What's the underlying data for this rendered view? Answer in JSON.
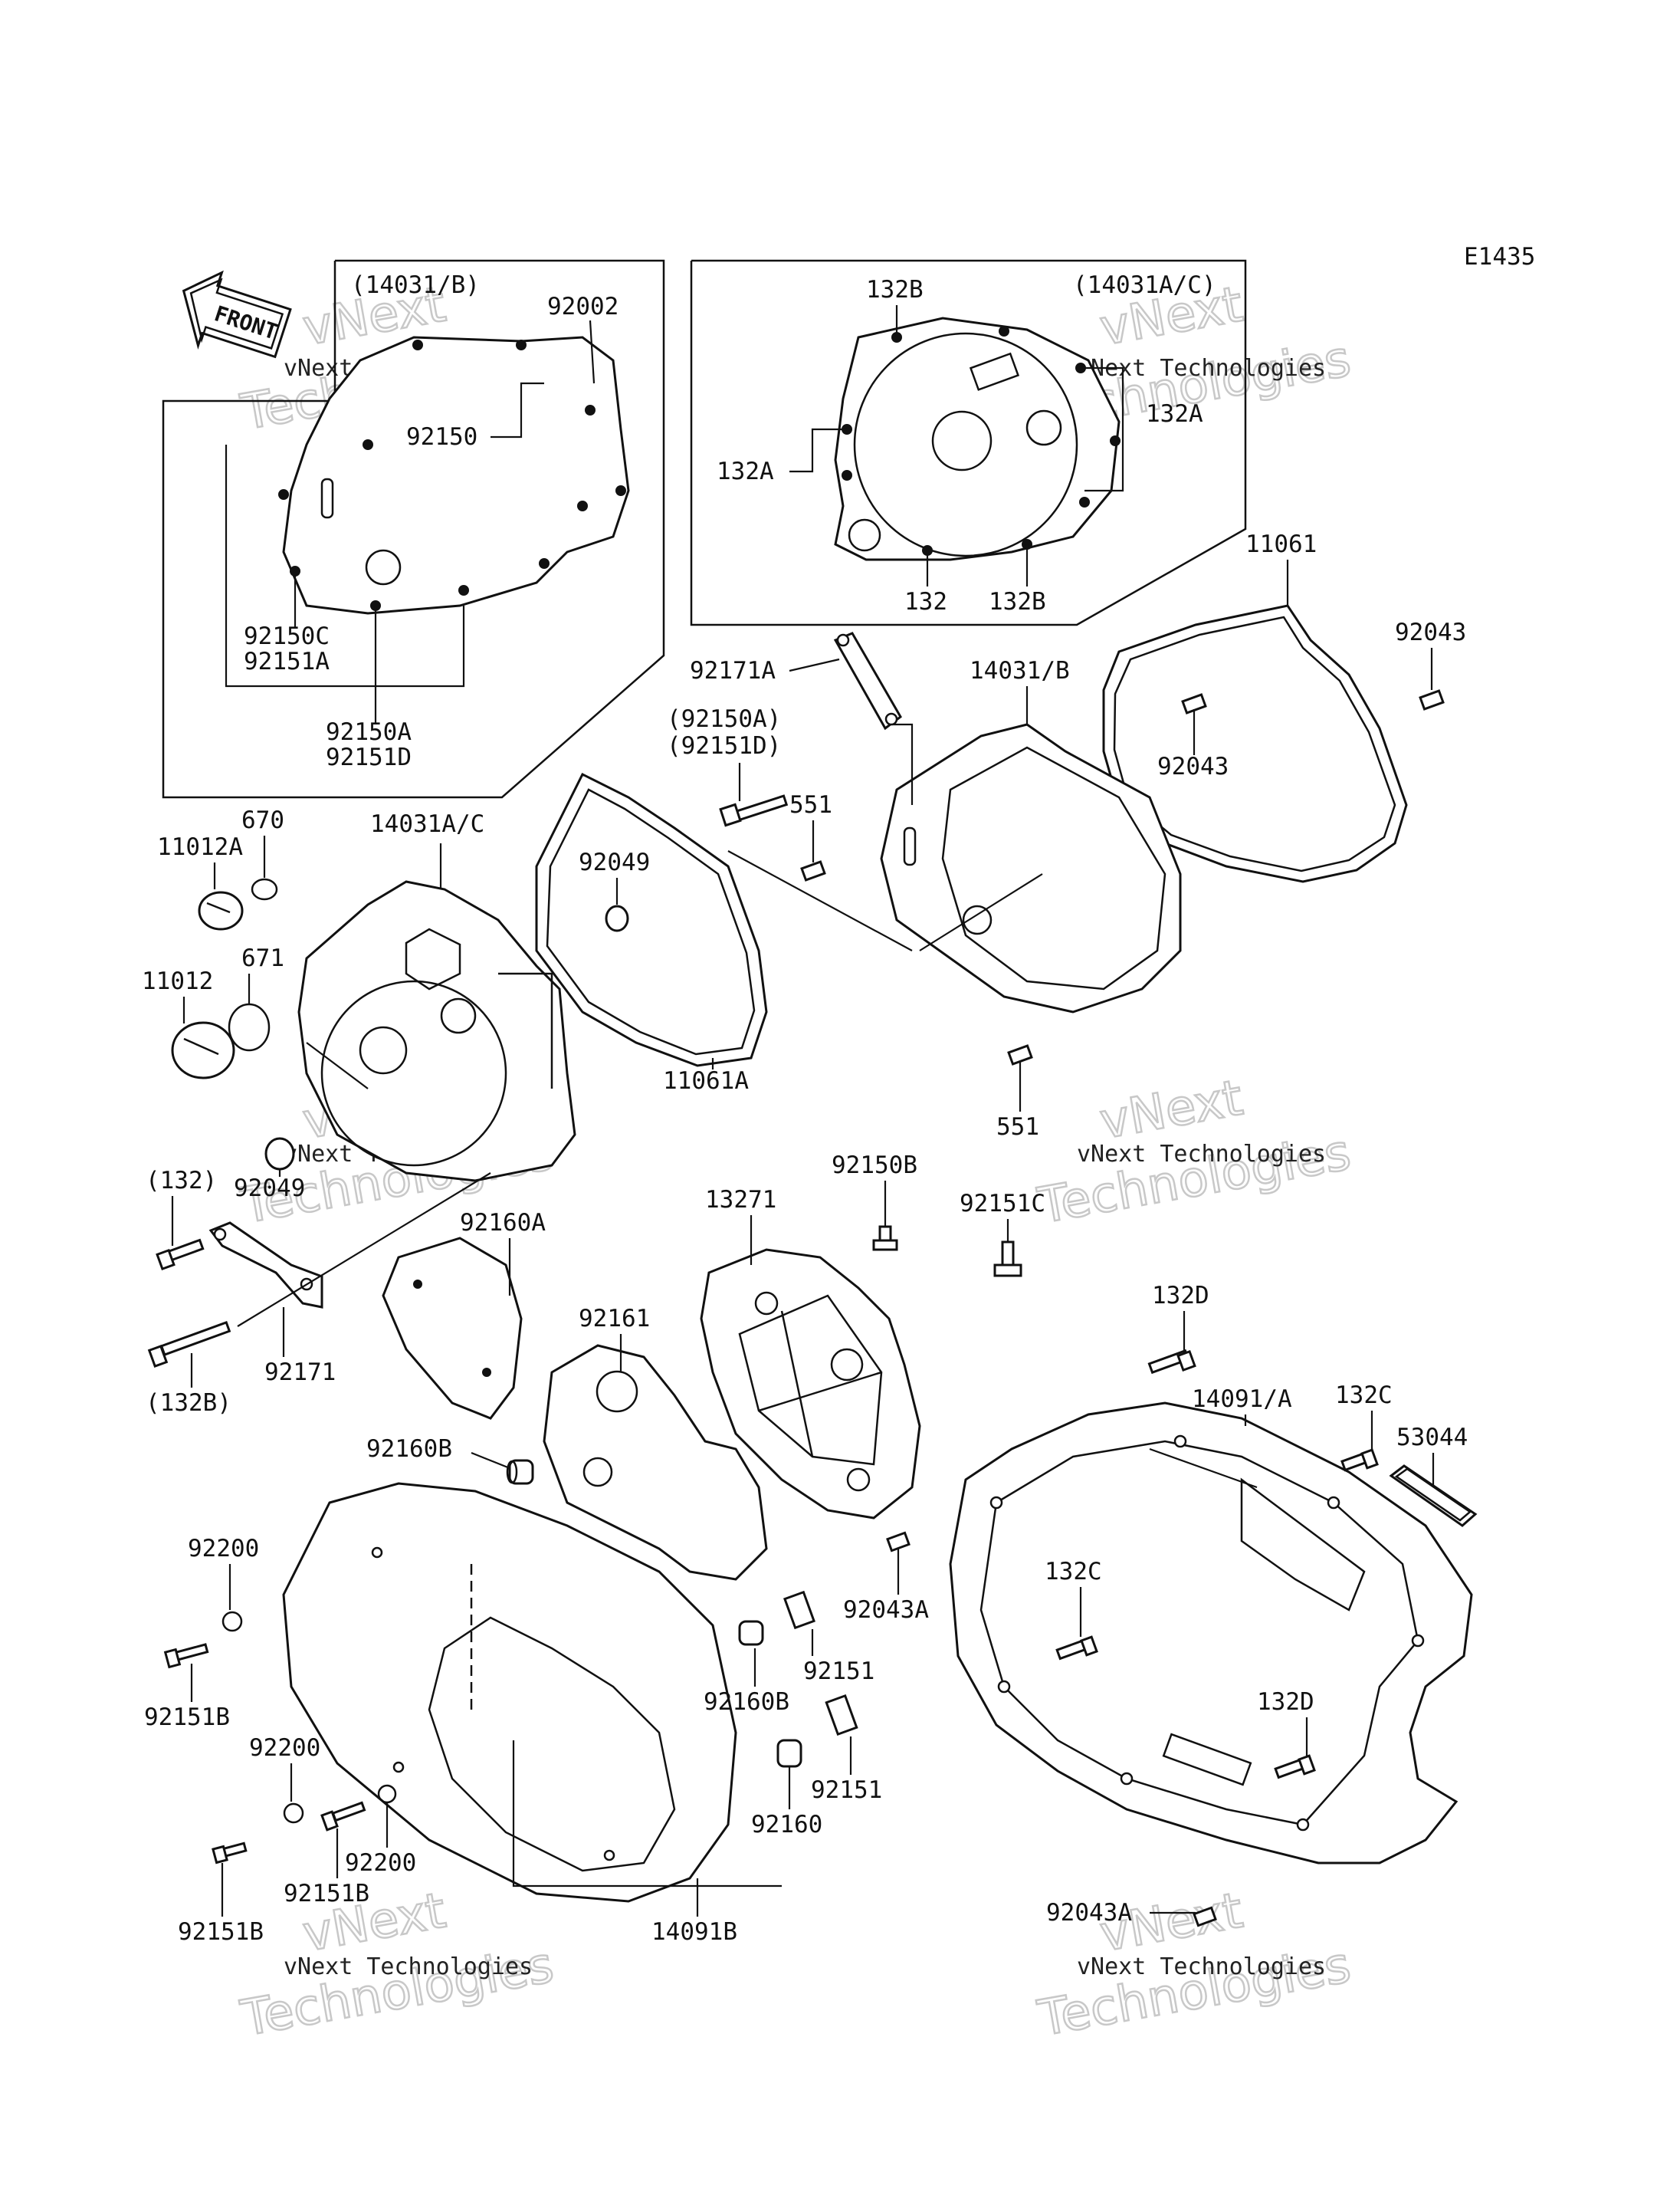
{
  "diagram_code": "E1435",
  "front_arrow_label": "FRONT",
  "watermark": {
    "line1": "vNext Technologies",
    "line2": "Technologies",
    "line3": "vNext"
  },
  "labels": {
    "set_14031B": "(14031/B)",
    "set_14031AC": "(14031A/C)",
    "p92002": "92002",
    "p92150": "92150",
    "p92150C": "92150C",
    "p92151A": "92151A",
    "p92150A": "92150A",
    "p92151D": "92151D",
    "p132B_top": "132B",
    "p132A_right": "132A",
    "p132A_left": "132A",
    "p132": "132",
    "p132B_bot": "132B",
    "p11061": "11061",
    "p92043_a": "92043",
    "p92043_b": "92043",
    "p14031B": "14031/B",
    "p92171A": "92171A",
    "p92150A_paren": "(92150A)",
    "p92151D_paren": "(92151D)",
    "p551_a": "551",
    "p551_b": "551",
    "p670": "670",
    "p11012A": "11012A",
    "p14031AC": "14031A/C",
    "p92049_a": "92049",
    "p92049_b": "92049",
    "p671": "671",
    "p11012": "11012",
    "p11061A": "11061A",
    "p132_paren": "(132)",
    "p132B_paren": "(132B)",
    "p92171": "92171",
    "p92160A": "92160A",
    "p13271": "13271",
    "p92150B": "92150B",
    "p92151C": "92151C",
    "p92161": "92161",
    "p132D_a": "132D",
    "p132C_a": "132C",
    "p14091A": "14091/A",
    "p53044": "53044",
    "p92160B_a": "92160B",
    "p92200_a": "92200",
    "p92151B_a": "92151B",
    "p132C_b": "132C",
    "p92043A_a": "92043A",
    "p92151_a": "92151",
    "p92160B_b": "92160B",
    "p132D_b": "132D",
    "p92200_b": "92200",
    "p92151_b": "92151",
    "p92160": "92160",
    "p92200_c": "92200",
    "p92151B_b": "92151B",
    "p92151B_c": "92151B",
    "p14091B": "14091B",
    "p92043A_b": "92043A"
  }
}
